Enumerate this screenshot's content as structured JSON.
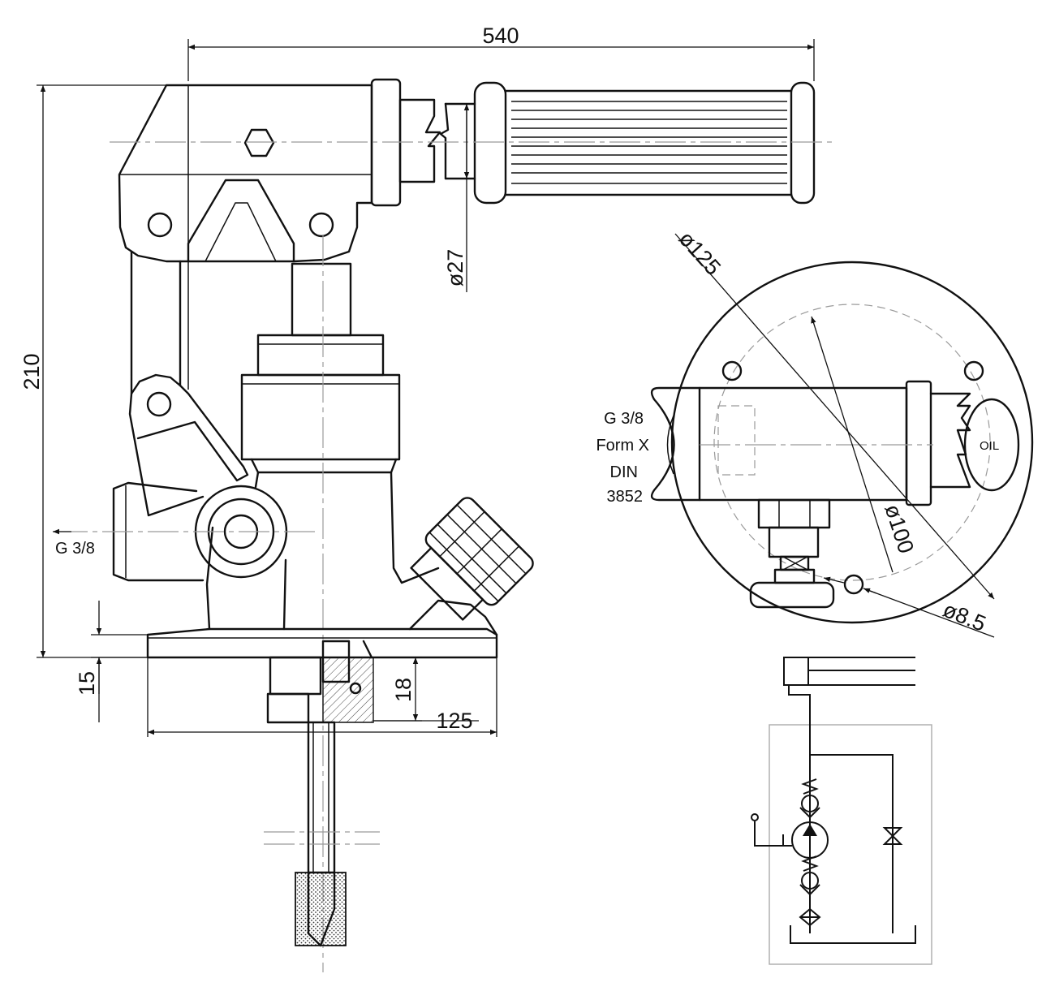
{
  "dimensions": {
    "overall_length": "540",
    "height": "210",
    "handle_diameter": "ø27",
    "flange_thickness": "15",
    "base_width": "125",
    "outlet_height": "18",
    "base_circle_outer": "ø125",
    "bolt_circle": "ø100",
    "mounting_hole": "ø8.5"
  },
  "labels": {
    "port_side": "G 3/8",
    "port_top_line1": "G 3/8",
    "port_top_line2": "Form X",
    "port_top_line3": "DIN",
    "port_top_line4": "3852",
    "oil_label": "OIL"
  },
  "colors": {
    "line": "#111111",
    "centerline": "#9a9a9a",
    "background": "#ffffff"
  }
}
